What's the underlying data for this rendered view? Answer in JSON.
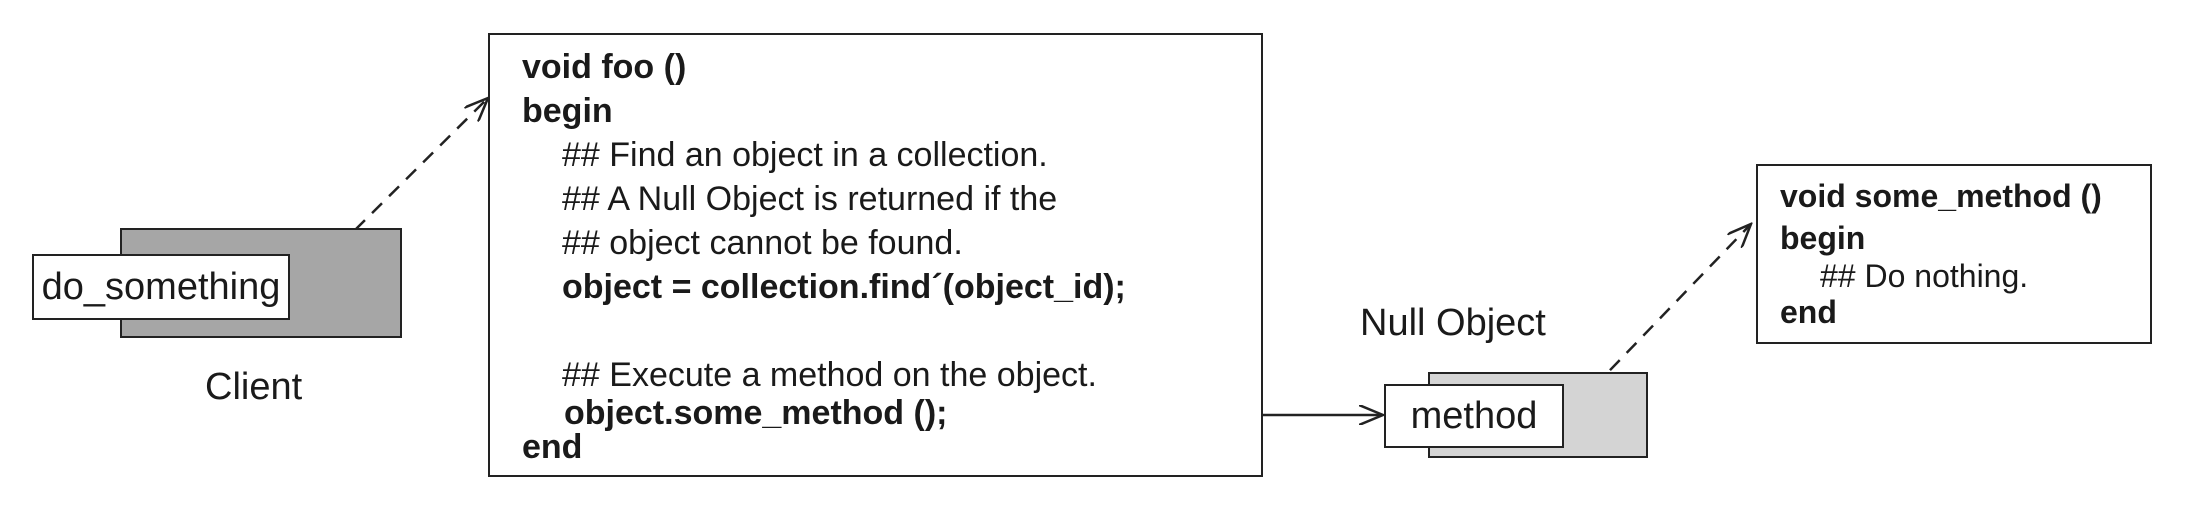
{
  "client": {
    "caption": "Client",
    "method_label": "do_something"
  },
  "foo_box": {
    "line1": "void foo ()",
    "line2": "begin",
    "line3": "## Find an object in a collection.",
    "line4": "## A Null Object is returned if the",
    "line5": "## object cannot be found.",
    "line6": "object = collection.find´(object_id);",
    "line7": "## Execute a method on the object.",
    "line8": "object.some_method ();",
    "line9": "end"
  },
  "null_object": {
    "caption": "Null Object",
    "method_label": "method"
  },
  "some_method_box": {
    "line1": "void some_method ()",
    "line2": "begin",
    "line3": "## Do nothing.",
    "line4": "end"
  },
  "colors": {
    "client_shadow": "#a6a6a6",
    "null_shadow": "#d4d4d4",
    "border": "#222222"
  }
}
